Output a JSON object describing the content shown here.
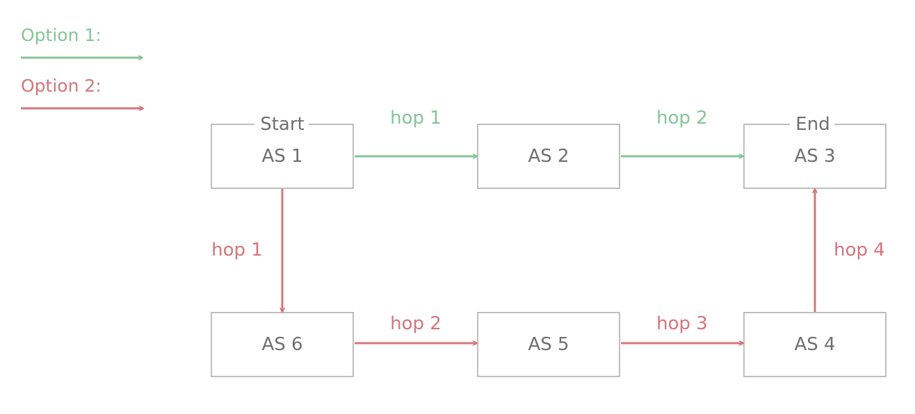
{
  "colors": {
    "green": "#84c597",
    "red": "#d4757b",
    "box_border": "#a9a9a9",
    "text_gray": "#6f6f6f"
  },
  "legend": {
    "option1": "Option 1:",
    "option2": "Option 2:"
  },
  "nodes": {
    "as1": "AS 1",
    "as2": "AS 2",
    "as3": "AS 3",
    "as4": "AS 4",
    "as5": "AS 5",
    "as6": "AS 6"
  },
  "tags": {
    "start": "Start",
    "end": "End"
  },
  "edges": {
    "green_1_2": "hop 1",
    "green_2_3": "hop 2",
    "red_1_6": "hop 1",
    "red_6_5": "hop 2",
    "red_5_4": "hop 3",
    "red_4_3": "hop 4"
  }
}
